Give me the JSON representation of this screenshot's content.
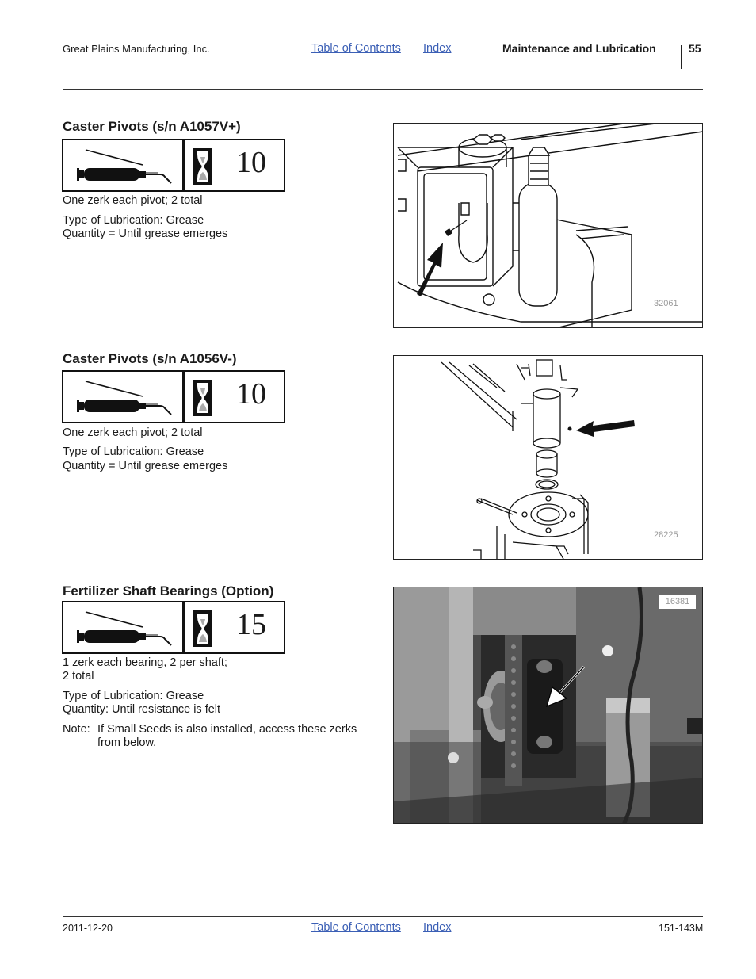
{
  "header": {
    "company": "Great Plains Manufacturing, Inc.",
    "toc_link": "Table of Contents",
    "index_link": "Index",
    "section": "Maintenance and Lubrication",
    "page_number": "55"
  },
  "sections": [
    {
      "title": "Caster Pivots (s/n A1057V+)",
      "interval": "10",
      "icons": [
        "grease-gun-icon",
        "hourglass-icon"
      ],
      "desc": "One zerk each pivot; 2 total",
      "lube_type": "Type of Lubrication: Grease",
      "quantity": "Quantity = Until grease emerges",
      "figure_number": "32061"
    },
    {
      "title": "Caster Pivots (s/n A1056V-)",
      "interval": "10",
      "icons": [
        "grease-gun-icon",
        "hourglass-icon"
      ],
      "desc": "One zerk each pivot; 2 total",
      "lube_type": "Type of Lubrication: Grease",
      "quantity": "Quantity = Until grease emerges",
      "figure_number": "28225"
    },
    {
      "title": "Fertilizer Shaft Bearings (Option)",
      "interval": "15",
      "icons": [
        "grease-gun-icon",
        "hourglass-icon"
      ],
      "desc_line1": "1 zerk each bearing, 2 per shaft;",
      "desc_line2": "2 total",
      "lube_type": "Type of Lubrication: Grease",
      "quantity": "Quantity: Until resistance is felt",
      "note_label": "Note:",
      "note_line1": "If Small Seeds is also installed, access these zerks",
      "note_line2": "from below.",
      "figure_number": "16381"
    }
  ],
  "footer": {
    "date": "2011-12-20",
    "toc_link": "Table of Contents",
    "index_link": "Index",
    "doc_number": "151-143M"
  }
}
